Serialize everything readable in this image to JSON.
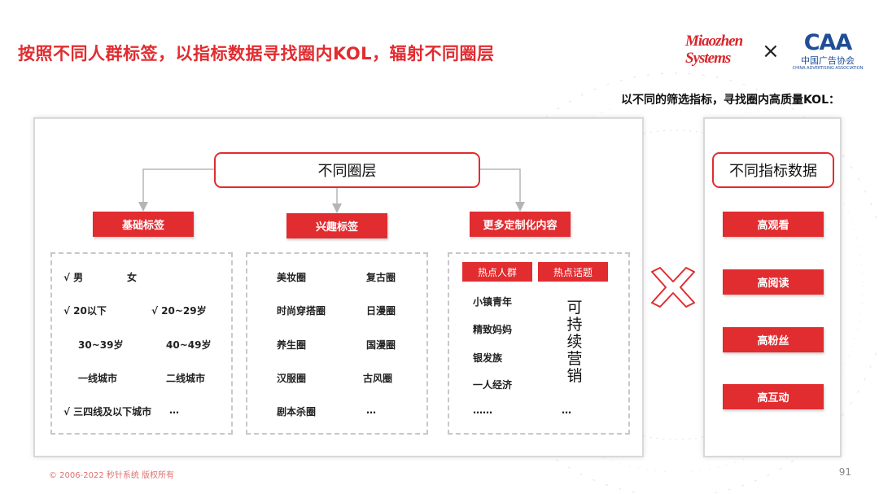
{
  "header": {
    "title": "按照不同人群标签，以指标数据寻找圈内KOL，辐射不同圈层",
    "subtitle": "以不同的筛选指标，寻找圈内高质量KOL：",
    "logos": {
      "miaozhen_line1": "Miaozhen",
      "miaozhen_line2": "Systems",
      "times": "×",
      "caa_letters": "CAA",
      "caa_cn": "中国广告协会",
      "caa_en": "CHINA ADVERTISING ASSOCIATION"
    }
  },
  "diagram": {
    "root": "不同圈层",
    "categories": {
      "basic": "基础标签",
      "interest": "兴趣标签",
      "custom": "更多定制化内容"
    },
    "basic_items": {
      "r1c1": "√   男",
      "r1c2": "女",
      "r2c1": "√   20以下",
      "r2c2": "√   20~29岁",
      "r3c1": "30~39岁",
      "r3c2": "40~49岁",
      "r4c1": "一线城市",
      "r4c2": "二线城市",
      "r5c1": "√   三四线及以下城市",
      "r5c2": "…"
    },
    "interest_items": {
      "r1c1": "美妆圈",
      "r1c2": "复古圈",
      "r2c1": "时尚穿搭圈",
      "r2c2": "日漫圈",
      "r3c1": "养生圈",
      "r3c2": "国漫圈",
      "r4c1": "汉服圈",
      "r4c2": "古风圈",
      "r5c1": "剧本杀圈",
      "r5c2": "…"
    },
    "custom": {
      "tag1": "热点人群",
      "tag2": "热点话题",
      "items": [
        "小镇青年",
        "精致妈妈",
        "银发族",
        "一人经济",
        "……"
      ],
      "vertical_text": "可持续营销",
      "more": "…"
    }
  },
  "metrics": {
    "title": "不同指标数据",
    "items": [
      "高观看",
      "高阅读",
      "高粉丝",
      "高互动"
    ]
  },
  "footer": {
    "copyright": "© 2006-2022 秒针系统 版权所有",
    "page": "91"
  },
  "colors": {
    "accent": "#e12c30",
    "border_gray": "#d9d9d9"
  }
}
